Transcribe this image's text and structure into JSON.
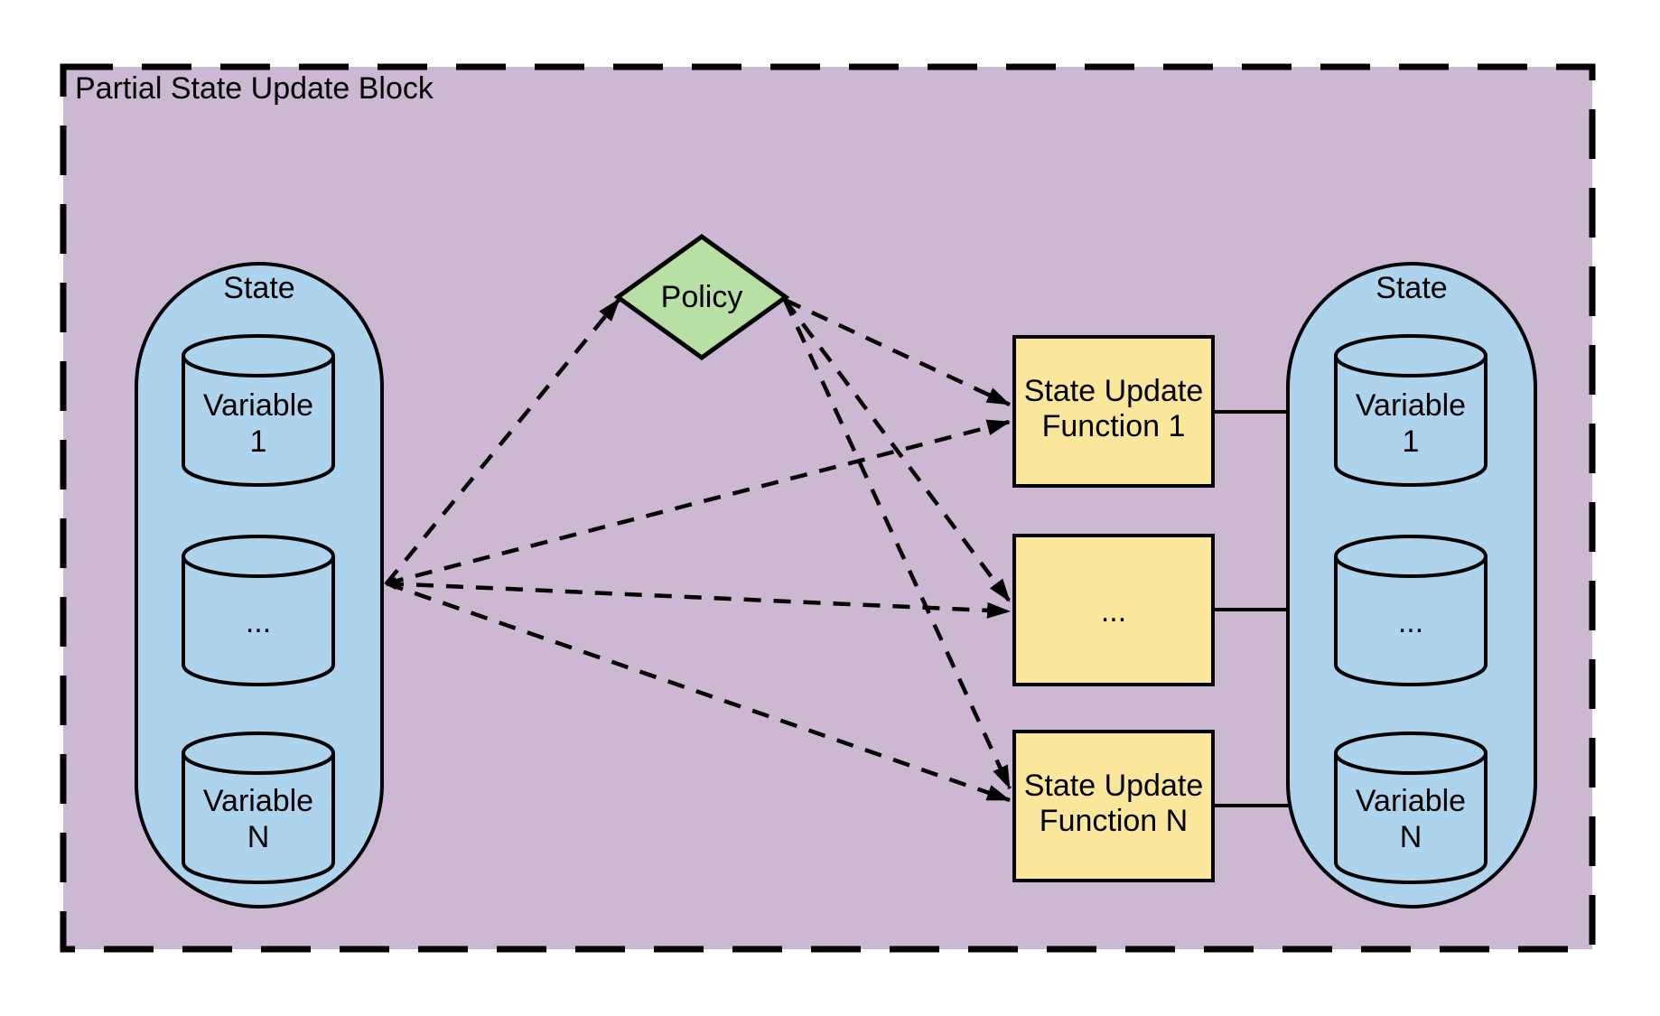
{
  "title": "Partial State Update Block",
  "left_state": {
    "label": "State",
    "variables": [
      {
        "line1": "Variable",
        "line2": "1"
      },
      {
        "line1": "...",
        "line2": ""
      },
      {
        "line1": "Variable",
        "line2": "N"
      }
    ]
  },
  "policy": {
    "label": "Policy"
  },
  "update_functions": [
    {
      "line1": "State Update",
      "line2": "Function 1"
    },
    {
      "line1": "...",
      "line2": ""
    },
    {
      "line1": "State Update",
      "line2": "Function N"
    }
  ],
  "right_state": {
    "label": "State",
    "variables": [
      {
        "line1": "Variable",
        "line2": "1"
      },
      {
        "line1": "...",
        "line2": ""
      },
      {
        "line1": "Variable",
        "line2": "N"
      }
    ]
  },
  "colors": {
    "canvas_bg": "#FFFFFF",
    "block_bg": "#CCB8D2",
    "state_fill": "#AED3EC",
    "policy_fill": "#B9E0A4",
    "function_fill": "#FBE79B",
    "stroke": "#000000"
  }
}
